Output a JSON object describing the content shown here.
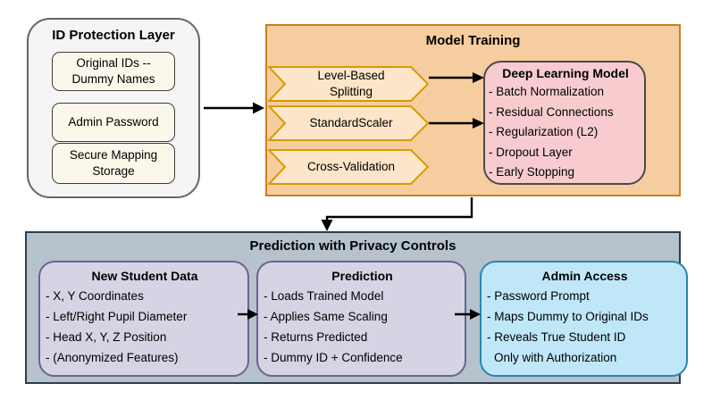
{
  "id_protection": {
    "title": "ID Protection Layer",
    "items": [
      "Original IDs --\nDummy Names",
      "Admin Password",
      "Secure Mapping\nStorage"
    ]
  },
  "model_training": {
    "title": "Model Training",
    "steps": [
      "Level-Based\nSplitting",
      "StandardScaler",
      "Cross-Validation"
    ],
    "deep_learning": {
      "title": "Deep Learning Model",
      "items": [
        "- Batch Normalization",
        "- Residual Connections",
        "- Regularization (L2)",
        "- Dropout Layer",
        "- Early Stopping"
      ]
    }
  },
  "prediction_section": {
    "title": "Prediction with Privacy Controls",
    "new_student_data": {
      "title": "New Student Data",
      "items": [
        "- X, Y Coordinates",
        "- Left/Right Pupil Diameter",
        "- Head X, Y, Z Position",
        "- (Anonymized Features)"
      ]
    },
    "prediction": {
      "title": "Prediction",
      "items": [
        "- Loads Trained Model",
        "- Applies Same Scaling",
        "- Returns Predicted",
        "- Dummy ID + Confidence"
      ]
    },
    "admin_access": {
      "title": "Admin Access",
      "items": [
        "- Password Prompt",
        "- Maps Dummy to Original IDs",
        "- Reveals True Student ID",
        "Only with Authorization"
      ]
    }
  },
  "colors": {
    "id_box_fill": "#F5F5F5",
    "id_box_stroke": "#666666",
    "id_item_fill": "#FBF7EA",
    "training_fill": "#F6CD9E",
    "training_stroke": "#C8811B",
    "chevron_fill": "#FCE5C9",
    "chevron_stroke": "#D79B00",
    "deep_learning_fill": "#F8CCCE",
    "deep_learning_stroke": "#4A4A4A",
    "section_fill": "#B6C2CC",
    "section_stroke": "#2E3B4E",
    "lavender_fill": "#D5D3E4",
    "lavender_stroke": "#6B6393",
    "admin_fill": "#BFE7F8",
    "admin_stroke": "#2C84B0",
    "arrow": "#000000"
  }
}
